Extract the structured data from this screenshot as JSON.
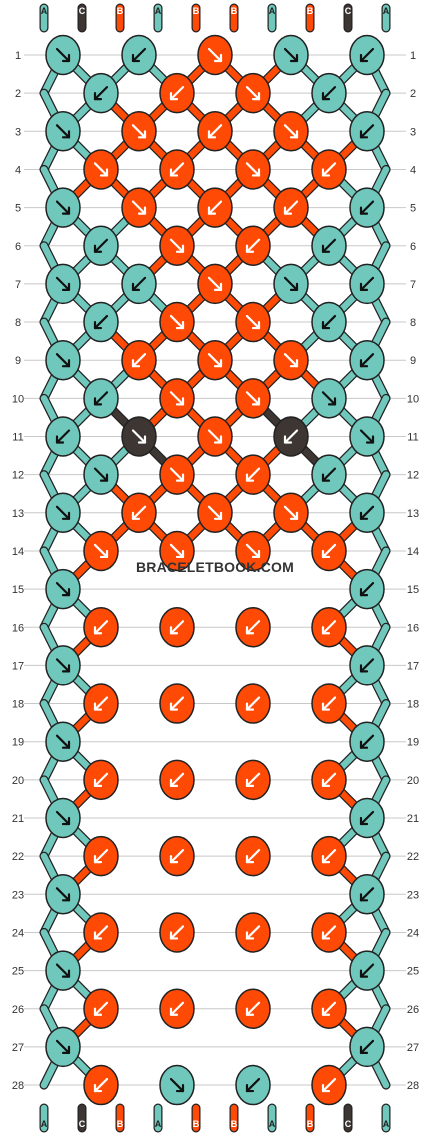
{
  "watermark": "BRACELETBOOK.COM",
  "colors": {
    "A": "#70c8bc",
    "B": "#ff4a06",
    "C": "#3d3633",
    "outline": "#222222",
    "grid": "#c8c8c8",
    "arrow_on_dark": "#ffffff",
    "arrow_on_light": "#111111"
  },
  "top_strings": [
    "A",
    "C",
    "B",
    "A",
    "B",
    "B",
    "A",
    "B",
    "C",
    "A"
  ],
  "bottom_strings": [
    "A",
    "C",
    "B",
    "A",
    "B",
    "B",
    "A",
    "B",
    "C",
    "A"
  ],
  "rows": [
    {
      "label": "1",
      "knots": [
        [
          "A",
          "fwd"
        ],
        [
          "A",
          "bwd"
        ],
        [
          "B",
          "fwd"
        ],
        [
          "A",
          "fwd"
        ],
        [
          "A",
          "bwd"
        ]
      ]
    },
    {
      "label": "2",
      "knots": [
        [
          "A",
          "bwd"
        ],
        [
          "B",
          "bwd"
        ],
        [
          "B",
          "fwd"
        ],
        [
          "A",
          "bwd"
        ]
      ]
    },
    {
      "label": "3",
      "knots": [
        [
          "A",
          "fwd"
        ],
        [
          "B",
          "fwd"
        ],
        [
          "B",
          "bwd"
        ],
        [
          "B",
          "fwd"
        ],
        [
          "A",
          "bwd"
        ]
      ]
    },
    {
      "label": "4",
      "knots": [
        [
          "B",
          "fwd"
        ],
        [
          "B",
          "bwd"
        ],
        [
          "B",
          "fwd"
        ],
        [
          "B",
          "bwd"
        ]
      ]
    },
    {
      "label": "5",
      "knots": [
        [
          "A",
          "fwd"
        ],
        [
          "B",
          "fwd"
        ],
        [
          "B",
          "bwd"
        ],
        [
          "B",
          "bwd"
        ],
        [
          "A",
          "bwd"
        ]
      ]
    },
    {
      "label": "6",
      "knots": [
        [
          "A",
          "bwd"
        ],
        [
          "B",
          "fwd"
        ],
        [
          "B",
          "bwd"
        ],
        [
          "A",
          "bwd"
        ]
      ]
    },
    {
      "label": "7",
      "knots": [
        [
          "A",
          "fwd"
        ],
        [
          "A",
          "bwd"
        ],
        [
          "B",
          "fwd"
        ],
        [
          "A",
          "fwd"
        ],
        [
          "A",
          "bwd"
        ]
      ]
    },
    {
      "label": "8",
      "knots": [
        [
          "A",
          "bwd"
        ],
        [
          "B",
          "fwd"
        ],
        [
          "B",
          "fwd"
        ],
        [
          "A",
          "bwd"
        ]
      ]
    },
    {
      "label": "9",
      "knots": [
        [
          "A",
          "fwd"
        ],
        [
          "B",
          "bwd"
        ],
        [
          "B",
          "fwd"
        ],
        [
          "B",
          "fwd"
        ],
        [
          "A",
          "bwd"
        ]
      ]
    },
    {
      "label": "10",
      "knots": [
        [
          "A",
          "bwd"
        ],
        [
          "B",
          "fwd"
        ],
        [
          "B",
          "fwd"
        ],
        [
          "A",
          "fwd"
        ]
      ]
    },
    {
      "label": "11",
      "knots": [
        [
          "A",
          "bwd"
        ],
        [
          "C",
          "fwd"
        ],
        [
          "B",
          "fwd"
        ],
        [
          "C",
          "bwd"
        ],
        [
          "A",
          "fwd"
        ]
      ]
    },
    {
      "label": "12",
      "knots": [
        [
          "A",
          "fwd"
        ],
        [
          "B",
          "fwd"
        ],
        [
          "B",
          "bwd"
        ],
        [
          "A",
          "bwd"
        ]
      ]
    },
    {
      "label": "13",
      "knots": [
        [
          "A",
          "fwd"
        ],
        [
          "B",
          "bwd"
        ],
        [
          "B",
          "fwd"
        ],
        [
          "B",
          "fwd"
        ],
        [
          "A",
          "bwd"
        ]
      ]
    },
    {
      "label": "14",
      "knots": [
        [
          "B",
          "fwd"
        ],
        [
          "B",
          "fwd"
        ],
        [
          "B",
          "fwd"
        ],
        [
          "B",
          "bwd"
        ]
      ]
    },
    {
      "label": "15",
      "knots": [
        [
          "A",
          "fwd"
        ],
        [
          "A",
          "bwd"
        ]
      ]
    },
    {
      "label": "16",
      "knots": [
        [
          "B",
          "bwd"
        ],
        [
          "B",
          "bwd"
        ],
        [
          "B",
          "bwd"
        ],
        [
          "B",
          "bwd"
        ]
      ]
    },
    {
      "label": "17",
      "knots": [
        [
          "A",
          "fwd"
        ],
        [
          "A",
          "bwd"
        ]
      ]
    },
    {
      "label": "18",
      "knots": [
        [
          "B",
          "bwd"
        ],
        [
          "B",
          "bwd"
        ],
        [
          "B",
          "bwd"
        ],
        [
          "B",
          "bwd"
        ]
      ]
    },
    {
      "label": "19",
      "knots": [
        [
          "A",
          "fwd"
        ],
        [
          "A",
          "bwd"
        ]
      ]
    },
    {
      "label": "20",
      "knots": [
        [
          "B",
          "bwd"
        ],
        [
          "B",
          "bwd"
        ],
        [
          "B",
          "bwd"
        ],
        [
          "B",
          "bwd"
        ]
      ]
    },
    {
      "label": "21",
      "knots": [
        [
          "A",
          "fwd"
        ],
        [
          "A",
          "bwd"
        ]
      ]
    },
    {
      "label": "22",
      "knots": [
        [
          "B",
          "bwd"
        ],
        [
          "B",
          "bwd"
        ],
        [
          "B",
          "bwd"
        ],
        [
          "B",
          "bwd"
        ]
      ]
    },
    {
      "label": "23",
      "knots": [
        [
          "A",
          "fwd"
        ],
        [
          "A",
          "bwd"
        ]
      ]
    },
    {
      "label": "24",
      "knots": [
        [
          "B",
          "bwd"
        ],
        [
          "B",
          "bwd"
        ],
        [
          "B",
          "bwd"
        ],
        [
          "B",
          "bwd"
        ]
      ]
    },
    {
      "label": "25",
      "knots": [
        [
          "A",
          "fwd"
        ],
        [
          "A",
          "bwd"
        ]
      ]
    },
    {
      "label": "26",
      "knots": [
        [
          "B",
          "bwd"
        ],
        [
          "B",
          "bwd"
        ],
        [
          "B",
          "bwd"
        ],
        [
          "B",
          "bwd"
        ]
      ]
    },
    {
      "label": "27",
      "knots": [
        [
          "A",
          "fwd"
        ],
        [
          "A",
          "bwd"
        ]
      ]
    },
    {
      "label": "28",
      "knots": [
        [
          "B",
          "bwd"
        ],
        [
          "A",
          "fwd"
        ],
        [
          "A",
          "bwd"
        ],
        [
          "B",
          "bwd"
        ]
      ]
    }
  ]
}
